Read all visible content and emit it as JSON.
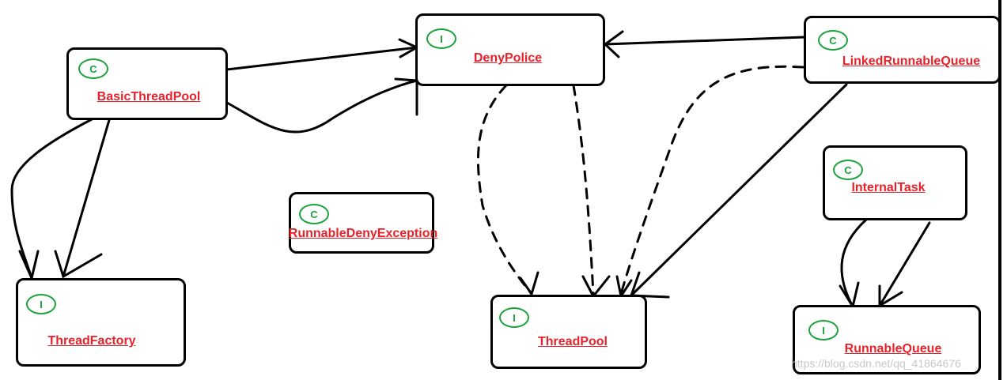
{
  "nodes": {
    "basic_thread_pool": {
      "kind": "C",
      "name": "BasicThreadPool"
    },
    "deny_police": {
      "kind": "I",
      "name": "DenyPolice"
    },
    "linked_runnable_queue": {
      "kind": "C",
      "name": "LinkedRunnableQueue"
    },
    "runnable_deny_exception": {
      "kind": "C",
      "name": "RunnableDenyException"
    },
    "internal_task": {
      "kind": "C",
      "name": "InternalTask"
    },
    "thread_factory": {
      "kind": "I",
      "name": "ThreadFactory"
    },
    "thread_pool": {
      "kind": "I",
      "name": "ThreadPool"
    },
    "runnable_queue": {
      "kind": "I",
      "name": "RunnableQueue"
    }
  },
  "edges": [
    {
      "from": "BasicThreadPool",
      "to": "DenyPolice",
      "style": "solid"
    },
    {
      "from": "BasicThreadPool",
      "to": "DenyPolice",
      "style": "solid"
    },
    {
      "from": "BasicThreadPool",
      "to": "ThreadFactory",
      "style": "solid"
    },
    {
      "from": "BasicThreadPool",
      "to": "ThreadFactory",
      "style": "solid"
    },
    {
      "from": "LinkedRunnableQueue",
      "to": "DenyPolice",
      "style": "solid"
    },
    {
      "from": "LinkedRunnableQueue",
      "to": "ThreadPool",
      "style": "dashed"
    },
    {
      "from": "LinkedRunnableQueue",
      "to": "ThreadPool",
      "style": "solid"
    },
    {
      "from": "DenyPolice",
      "to": "ThreadPool",
      "style": "dashed"
    },
    {
      "from": "DenyPolice",
      "to": "ThreadPool",
      "style": "dashed"
    },
    {
      "from": "InternalTask",
      "to": "RunnableQueue",
      "style": "solid"
    },
    {
      "from": "InternalTask",
      "to": "RunnableQueue",
      "style": "solid"
    }
  ],
  "watermark": "https://blog.csdn.net/qq_41864676"
}
